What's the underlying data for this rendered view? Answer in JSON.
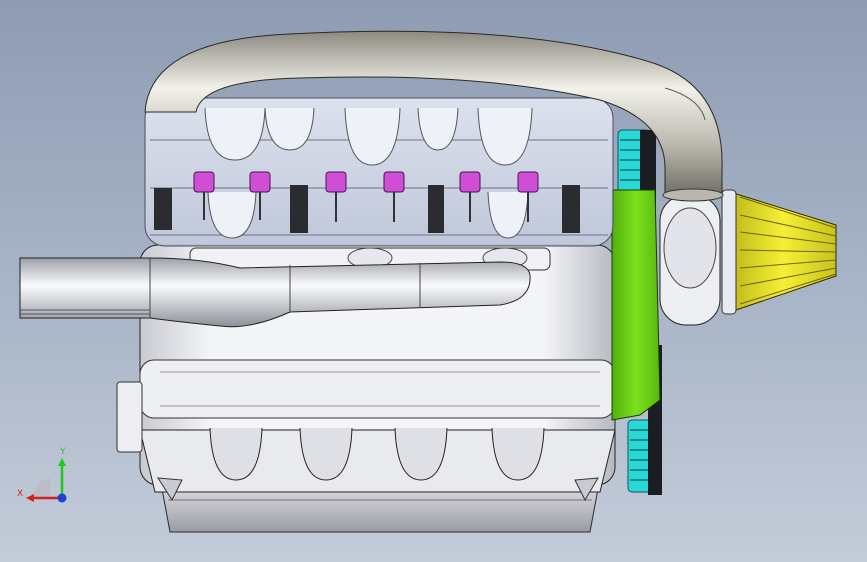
{
  "viewport": {
    "background_top": "#8e9cb4",
    "background_bottom": "#c3ccd9"
  },
  "model": {
    "parts": [
      {
        "name": "intake-runner-pipe",
        "color": "#c4c2b8"
      },
      {
        "name": "exhaust-pipe",
        "color": "#e4e5ea"
      },
      {
        "name": "valve-cover-transparent",
        "color": "#d6dcec"
      },
      {
        "name": "engine-block",
        "color": "#f0f1f4"
      },
      {
        "name": "oil-pan",
        "color": "#dcdde2"
      },
      {
        "name": "timing-cover",
        "color": "#6bd414"
      },
      {
        "name": "timing-gear",
        "color": "#2bd8d8"
      },
      {
        "name": "air-filter-cone",
        "color": "#f2ea2a"
      },
      {
        "name": "turbo-housing",
        "color": "#eeeff3"
      },
      {
        "name": "spark-plug-connectors",
        "color": "#d04ed6"
      }
    ]
  },
  "triad": {
    "x_label": "X",
    "y_label": "Y",
    "x_color": "#d42020",
    "y_color": "#1ec81e",
    "z_color": "#2040d4"
  }
}
